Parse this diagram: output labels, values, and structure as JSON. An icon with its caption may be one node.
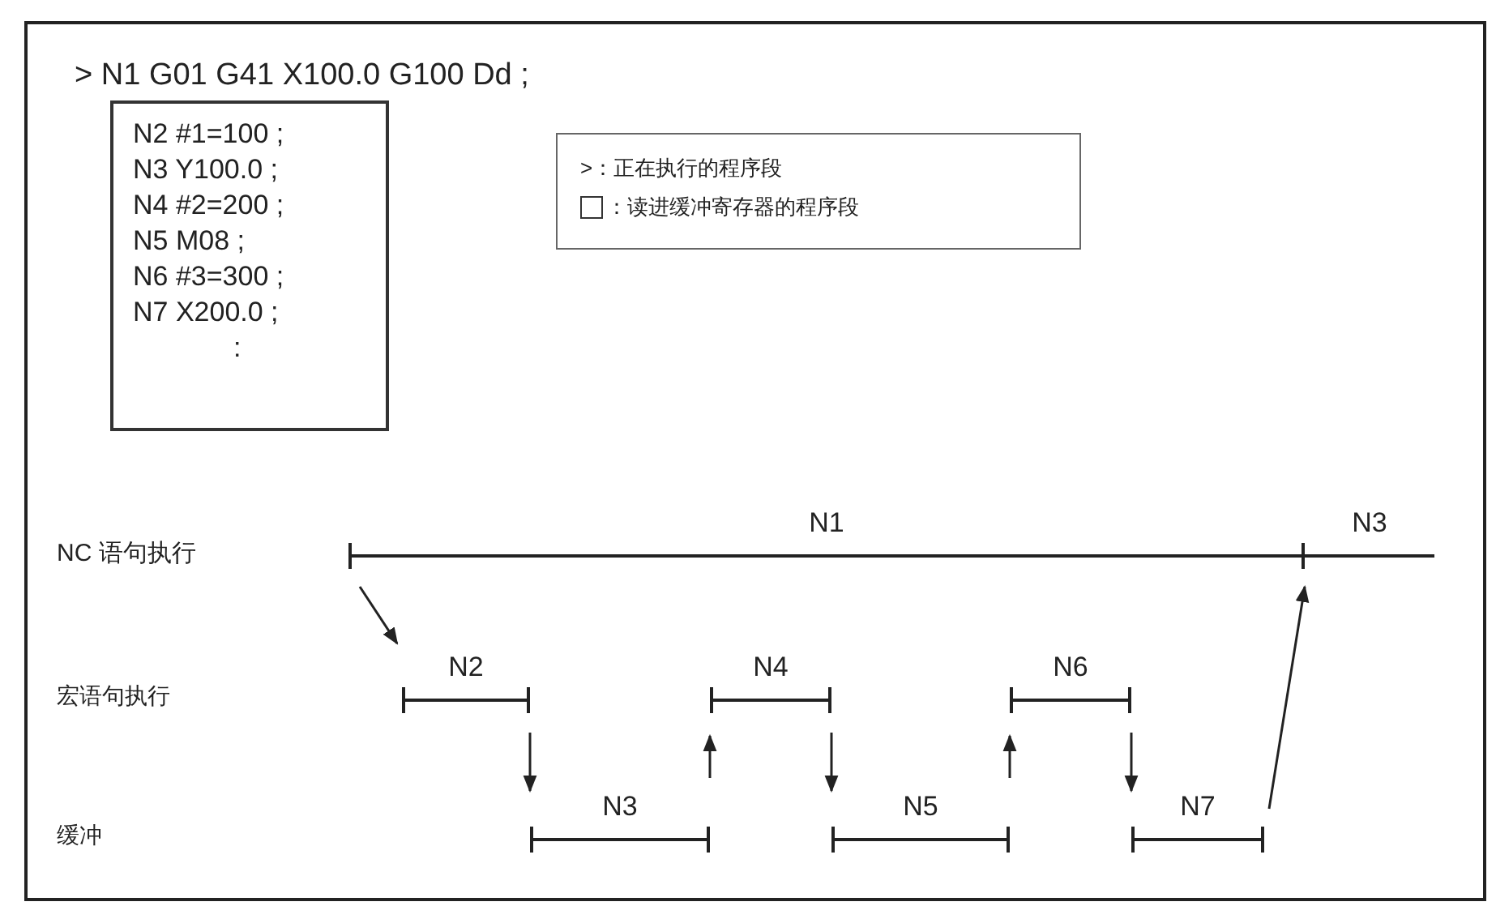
{
  "diagram": {
    "nodes": [
      {
        "text": [
          "N2 #1=100 ;",
          "N3 Y100.0 ;",
          "N4 #2=200 ;",
          "N5 M08 ;",
          "N6 #3=300 ;",
          "N7 X200.0 ;",
          ":"
        ]
      },
      {
        "text": [
          "N1"
        ]
      },
      {
        "text": [
          "N3"
        ]
      },
      {
        "text": [
          "N2"
        ]
      },
      {
        "text": [
          "N4"
        ]
      },
      {
        "text": [
          "N6"
        ]
      },
      {
        "text": [
          "N3"
        ]
      },
      {
        "text": [
          "N5"
        ]
      },
      {
        "text": [
          "N7"
        ]
      }
    ],
    "edges": [
      {
        "from": 1,
        "to": 3,
        "arrow": "to"
      },
      {
        "from": 3,
        "to": 6,
        "arrow": "to"
      },
      {
        "from": 6,
        "to": 4,
        "arrow": "to"
      },
      {
        "from": 4,
        "to": 7,
        "arrow": "to"
      },
      {
        "from": 7,
        "to": 5,
        "arrow": "to"
      },
      {
        "from": 5,
        "to": 8,
        "arrow": "to"
      },
      {
        "from": 8,
        "to": 2,
        "arrow": "to"
      }
    ],
    "labels": [
      "> N1 G01 G41 X100.0 G100 Dd ;",
      "NC 语句执行",
      "宏语句执行",
      "缓冲"
    ],
    "legend": [
      {
        "text": ">：正在执行的程序段"
      },
      {
        "text": "：读进缓冲寄存器的程序段"
      }
    ]
  }
}
